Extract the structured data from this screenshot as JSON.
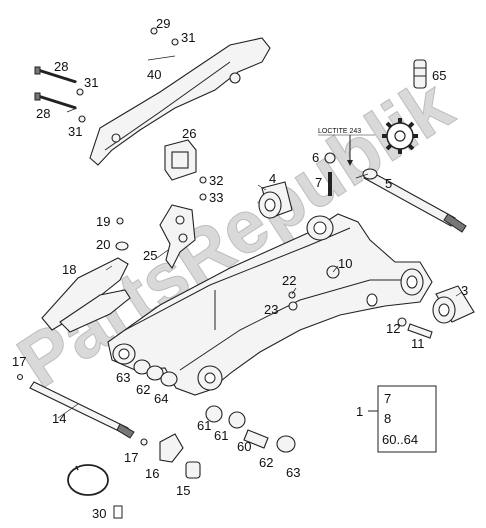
{
  "watermark": "PartsRepublik",
  "note": "LOCTITE 243",
  "box": {
    "row1": "7",
    "row2": "8",
    "row3": "60..64",
    "ref": "1"
  },
  "labels": {
    "l29": "29",
    "l31a": "31",
    "l40": "40",
    "l65": "65",
    "l28a": "28",
    "l31b": "31",
    "l28b": "28",
    "l31c": "31",
    "l26": "26",
    "l32": "32",
    "l33": "33",
    "l6": "6",
    "l7": "7",
    "l4": "4",
    "l5": "5",
    "l19": "19",
    "l20": "20",
    "l25": "25",
    "l18": "18",
    "l10": "10",
    "l22": "22",
    "l23": "23",
    "l3": "3",
    "l12": "12",
    "l11": "11",
    "l17a": "17",
    "l63a": "63",
    "l62a": "62",
    "l64": "64",
    "l14": "14",
    "l61a": "61",
    "l61b": "61",
    "l60": "60",
    "l62b": "62",
    "l63b": "63",
    "l17b": "17",
    "l16": "16",
    "l15": "15",
    "l30": "30"
  }
}
